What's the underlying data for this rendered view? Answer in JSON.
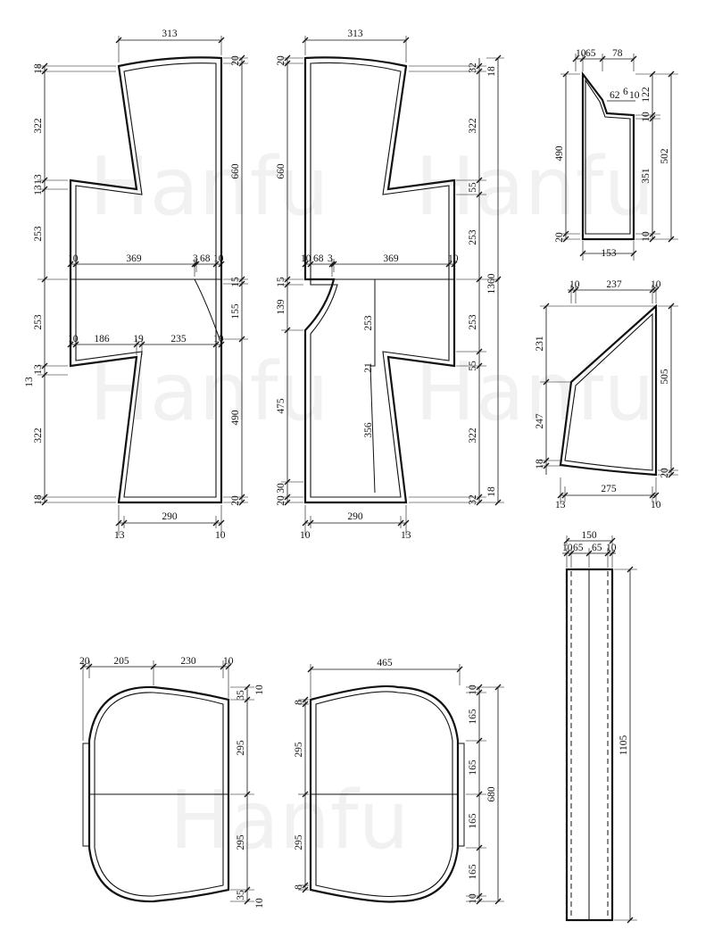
{
  "watermark": "Hanfu",
  "dims": {
    "l1_w": "313",
    "l1_h_a": "18",
    "l1_h_b": "322",
    "l1_h_c": "13",
    "l1_h_d": "13",
    "l1_h_e": "253",
    "l1_h_f": "253",
    "l1_h_g": "13",
    "l1_h_h": "13",
    "l1_h_i": "322",
    "l1_h_j": "18",
    "l1_r_top": "20",
    "l1_r_a": "660",
    "l1_r_b": "15",
    "l1_r_c": "155",
    "l1_r_d": "490",
    "l1_r_bot": "20",
    "l1_c_a": "10",
    "l1_c_b": "369",
    "l1_c_c": "3",
    "l1_c_d": "68",
    "l1_c_e": "10",
    "l1_s_a": "10",
    "l1_s_b": "186",
    "l1_s_c": "19",
    "l1_s_d": "235",
    "l1_s_e": "10",
    "l1_b_w": "290",
    "l1_b_l": "13",
    "l1_b_r": "10",
    "l2_w": "313",
    "l2_l_top": "20",
    "l2_l_a": "660",
    "l2_l_b": "15",
    "l2_l_c": "139",
    "l2_l_d": "475",
    "l2_l_e": "20",
    "l2_l_f": "30",
    "l2_c_a": "10",
    "l2_c_b": "68",
    "l2_c_c": "3",
    "l2_c_d": "369",
    "l2_c_e": "10",
    "l2_i_a": "253",
    "l2_i_b": "21",
    "l2_i_c": "356",
    "l2_r_a": "32",
    "l2_r_b": "322",
    "l2_r_c": "55",
    "l2_r_d": "253",
    "l2_r_e": "253",
    "l2_r_f": "55",
    "l2_r_g": "322",
    "l2_r_h": "32",
    "l2_o_a": "18",
    "l2_o_b": "1360",
    "l2_o_c": "18",
    "l2_b_w": "290",
    "l2_b_l": "10",
    "l2_b_r": "13",
    "t1_a": "10",
    "t1_b": "65",
    "t1_c": "78",
    "t1_d": "62",
    "t1_e": "6",
    "t1_f": "10",
    "t1_h": "490",
    "t1_bl": "20",
    "t1_w": "153",
    "t1_r_a": "122",
    "t1_r_b": "10",
    "t1_r_c": "351",
    "t1_r_d": "10",
    "t1_r_e": "502",
    "t2_a": "10",
    "t2_b": "237",
    "t2_c": "10",
    "t2_l_a": "231",
    "t2_l_b": "247",
    "t2_l_c": "18",
    "t2_r_a": "505",
    "t2_r_b": "20",
    "t2_w": "275",
    "t2_bl": "13",
    "t2_br": "10",
    "s_w": "150",
    "s_a": "10",
    "s_b": "65",
    "s_c": "65",
    "s_d": "10",
    "s_h": "1105",
    "p1_a": "20",
    "p1_b": "205",
    "p1_c": "230",
    "p1_d": "10",
    "p1_r_a": "35",
    "p1_r_b": "10",
    "p1_r_c": "295",
    "p1_r_d": "295",
    "p1_r_e": "35",
    "p1_r_f": "10",
    "p2_w": "465",
    "p2_l_a": "8",
    "p2_l_b": "295",
    "p2_l_c": "295",
    "p2_l_d": "8",
    "p2_r_a": "10",
    "p2_r_b": "165",
    "p2_r_c": "165",
    "p2_r_d": "165",
    "p2_r_e": "165",
    "p2_r_f": "10",
    "p2_r_g": "680"
  }
}
